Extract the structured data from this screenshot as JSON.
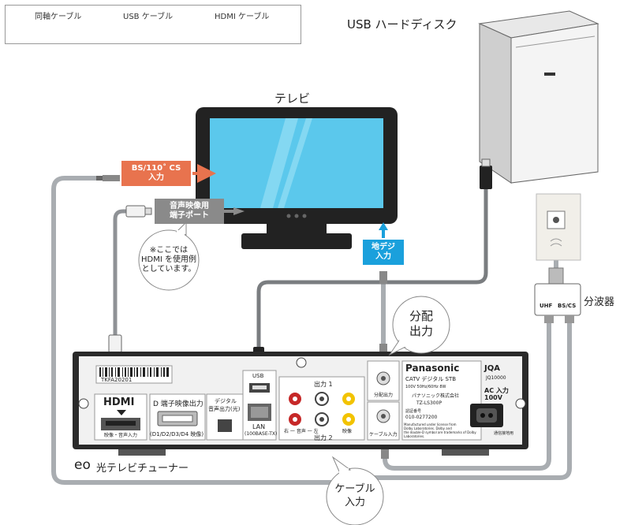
{
  "legend": {
    "coax_label": "同軸ケーブル",
    "usb_label": "USB ケーブル",
    "hdmi_label": "HDMI ケーブル"
  },
  "devices": {
    "usb_hdd_label": "USB ハードディスク",
    "tv_label": "テレビ",
    "splitter_label": "分波器",
    "tuner_brand_label": "eo",
    "tuner_label": "光テレビチューナー"
  },
  "tags": {
    "bs_cs_line1": "BS/110˚ CS",
    "bs_cs_line2": "入力",
    "av_line1": "音声映像用",
    "av_line2": "端子ポート",
    "digital_line1": "地デジ",
    "digital_line2": "入力"
  },
  "bubbles": {
    "hdmi_note_line1": "※ここでは",
    "hdmi_note_line2": "HDMI を使用例",
    "hdmi_note_line3": "としています。",
    "split_out_line1": "分配",
    "split_out_line2": "出力",
    "cable_in_line1": "ケーブル",
    "cable_in_line2": "入力"
  },
  "tuner_panel": {
    "serial": "TKFA20201",
    "hdmi_title": "HDMI",
    "hdmi_port": "映像・音声入力",
    "d_out_title": "D 端子映像出力",
    "d_out_sub": "(D1/D2/D3/D4 映像)",
    "optical_line1": "デジタル",
    "optical_line2": "音声出力(光)",
    "usb_label": "USB",
    "lan_label": "LAN",
    "lan_sub": "(100BASE-TX)",
    "out1_label": "出力 1",
    "out2_label": "出力 2",
    "audio_labels": "右 一 音声 一 左",
    "video_label": "映像",
    "split_out_label": "分配出力",
    "cable_in_label": "ケーブル入力",
    "brand": "Panasonic",
    "model_line": "CATV デジタル STB",
    "power_spec": "100V   50Hz/60Hz   8W",
    "maker": "パナソニック株式会社",
    "model_no": "TZ-LS300P",
    "cert_title": "認証番号",
    "cert_no": "010-0277200",
    "dolby_line1": "Manufactured under license from",
    "dolby_line2": "Dolby Laboratories. Dolby and",
    "dolby_line3": "the double-D symbol are trademarks of Dolby",
    "dolby_line4": "Laboratories.",
    "jqa": "JQA",
    "jqa_no": "JQ10000",
    "ac_line1": "AC 入力",
    "ac_line2": "100V",
    "ground_label": "通信接地用"
  },
  "splitter": {
    "uhf": "UHF",
    "bs_cs": "BS/CS"
  },
  "colors": {
    "bs_tag": "#e8734e",
    "av_tag": "#8a8a8a",
    "digital_tag": "#1aa0dc",
    "tv_screen": "#5bc8ec",
    "coax_cable": "#a9adb1",
    "usb_cable": "#7a7d80",
    "hdmi_cable": "#8f9296"
  }
}
